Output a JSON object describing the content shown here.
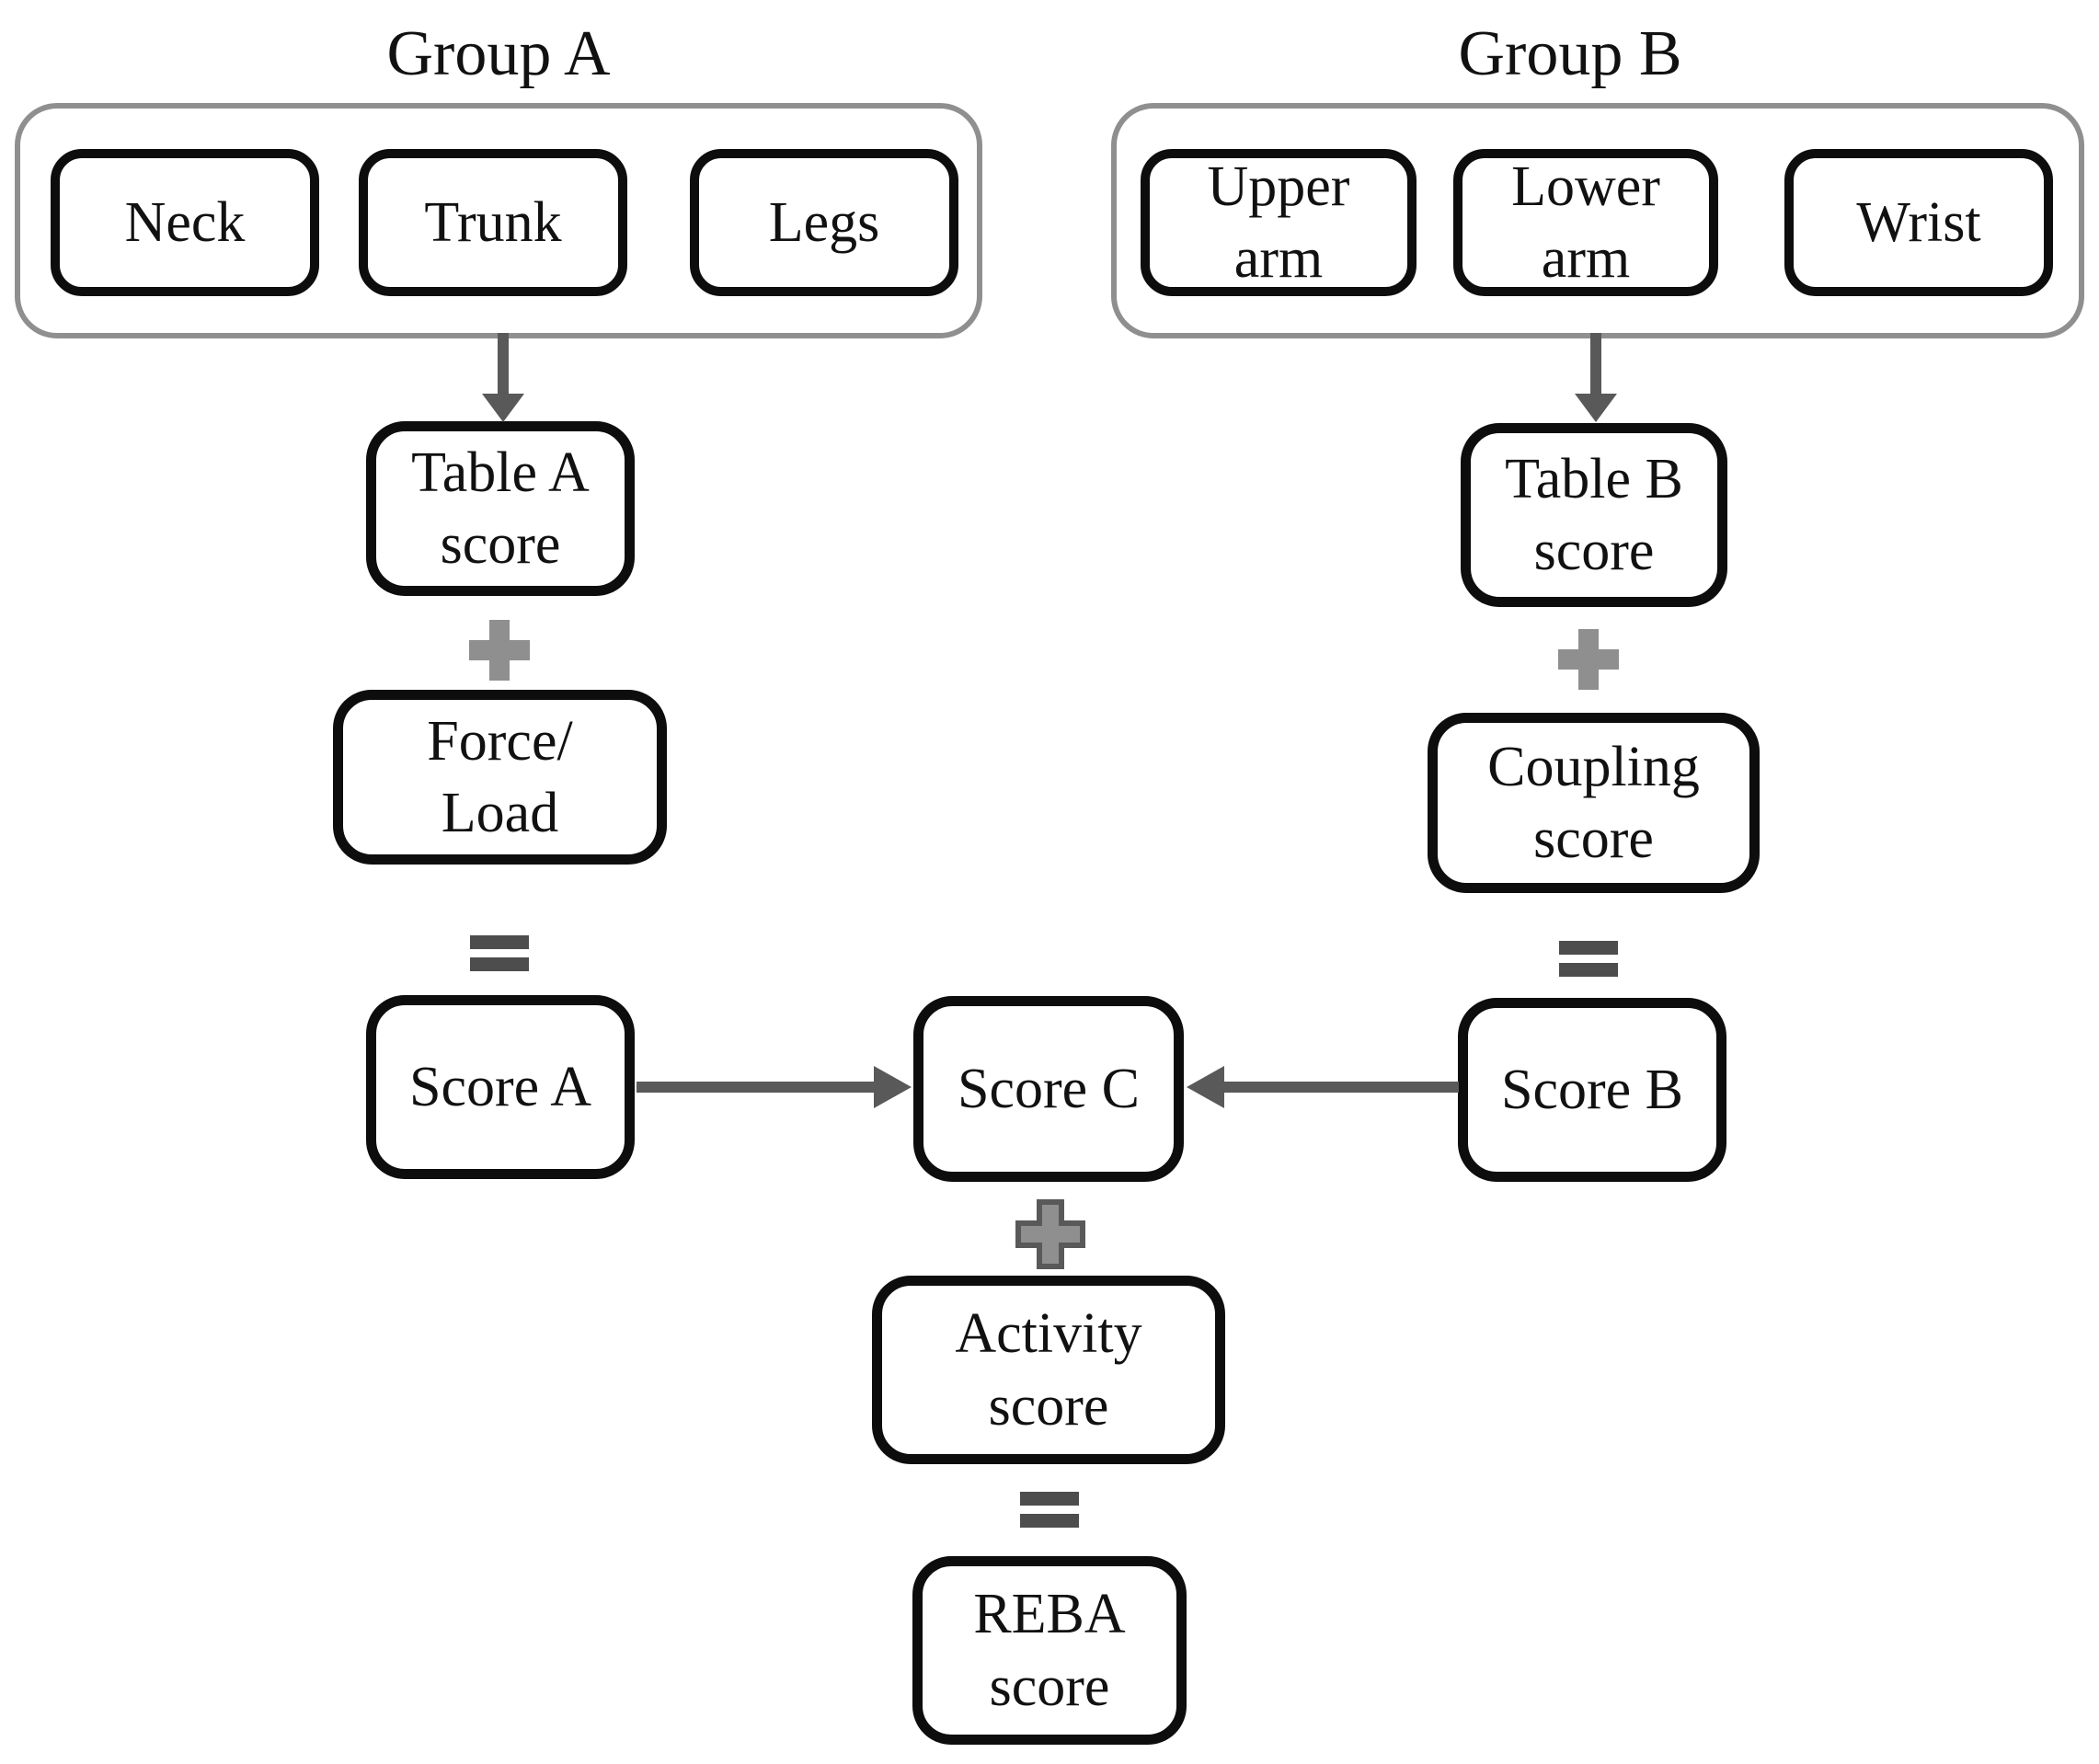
{
  "groups": [
    {
      "title": "Group A",
      "items": [
        "Neck",
        "Trunk",
        "Legs"
      ]
    },
    {
      "title": "Group B",
      "items": [
        "Upper\narm",
        "Lower\narm",
        "Wrist"
      ]
    }
  ],
  "flow": {
    "left": {
      "table": "Table A\nscore",
      "modifier": "Force/\nLoad",
      "result": "Score A"
    },
    "right": {
      "table": "Table B\nscore",
      "modifier": "Coupling\nscore",
      "result": "Score B"
    },
    "center": {
      "combined": "Score C",
      "activity": "Activity\nscore",
      "final": "REBA\nscore"
    }
  },
  "operators": {
    "plus": "+",
    "equals": "="
  },
  "colors": {
    "background": "#ffffff",
    "text": "#111111",
    "box_border": "#0d0d0d",
    "container_border": "#8f8f8f",
    "arrow": "#595959",
    "plus": "#8f8f8f",
    "equals": "#4d4d4d"
  }
}
